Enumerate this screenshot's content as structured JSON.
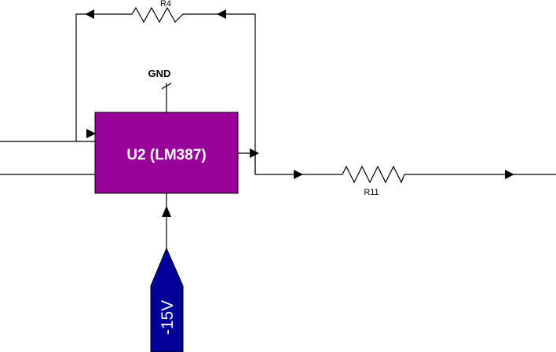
{
  "schematic": {
    "components": {
      "r4": {
        "ref": "R4"
      },
      "r11": {
        "ref": "R11"
      },
      "u2": {
        "label": "U2 (LM387)"
      },
      "gnd": {
        "label": "GND"
      },
      "supply": {
        "label": "-15V"
      }
    },
    "colors": {
      "wire": "#000000",
      "ic_fill": "#990099",
      "ic_text": "#ffffff",
      "supply_fill": "#000099",
      "supply_text": "#ffffff",
      "background": "#ffffff"
    }
  }
}
